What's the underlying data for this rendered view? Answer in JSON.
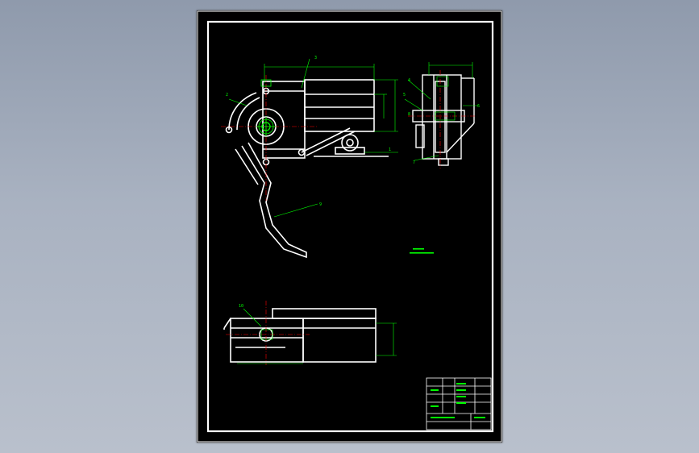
{
  "viewer": {
    "background_color": "#a0aaba",
    "sheet_color": "#000000",
    "line_color": "#ffffff",
    "dimension_color": "#00ff00",
    "centerline_color": "#ff0000"
  },
  "callouts": {
    "c1": "1",
    "c2": "2",
    "c3": "3",
    "c4": "4",
    "c5": "5",
    "c6": "6",
    "c7": "7",
    "c8": "8",
    "c9": "9",
    "c10": "10"
  }
}
